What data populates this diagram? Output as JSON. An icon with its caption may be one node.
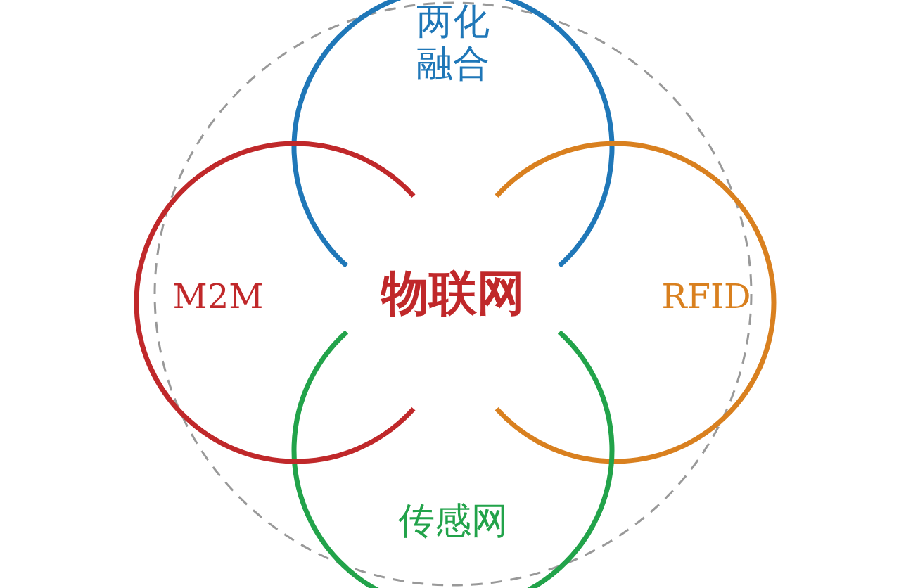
{
  "diagram": {
    "nodes": [
      {
        "text": [],
        "shape": "circle"
      },
      {
        "text": [
          "两化融合"
        ],
        "in": 0
      },
      {
        "text": [
          "RFID"
        ],
        "in": 0
      },
      {
        "text": [
          "传感网"
        ],
        "in": 0
      },
      {
        "text": [
          "M2M"
        ],
        "in": 0
      }
    ],
    "edges": [],
    "labels": [
      "物联网"
    ]
  }
}
